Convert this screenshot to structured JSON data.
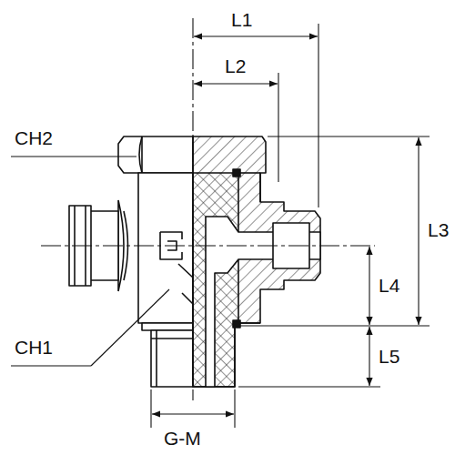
{
  "diagram": {
    "labels": [
      "L1",
      "L2",
      "CH2",
      "L3",
      "L4",
      "CH1",
      "L5",
      "G-M"
    ]
  }
}
